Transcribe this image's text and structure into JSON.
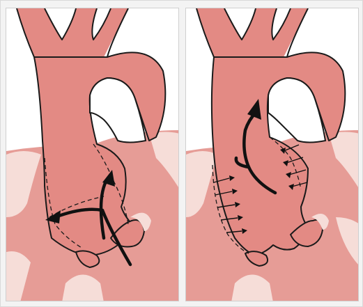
{
  "figure": {
    "panels": [
      {
        "id": "left",
        "icon": "aorta-normal-flow-illustration"
      },
      {
        "id": "right",
        "icon": "aorta-pressure-arrows-illustration"
      }
    ],
    "colors": {
      "tissue": "#e38a84",
      "background_tissue": "#e69c96",
      "highlight": "#f6ddd8",
      "outline": "#1a1a1a",
      "panel_bg": "#ffffff"
    }
  }
}
